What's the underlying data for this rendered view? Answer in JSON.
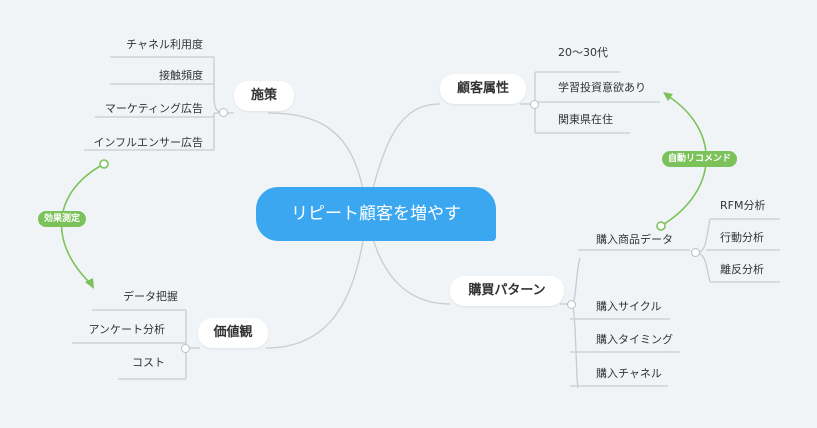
{
  "center": {
    "label": "リピート顧客を増やす"
  },
  "branches": {
    "shisaku": {
      "label": "施策",
      "children": [
        "チャネル利用度",
        "接触頻度",
        "マーケティング広告",
        "インフルエンサー広告"
      ]
    },
    "kachikan": {
      "label": "価値観",
      "children": [
        "データ把握",
        "アンケート分析",
        "コスト"
      ]
    },
    "kokyaku": {
      "label": "顧客属性",
      "children": [
        "20〜30代",
        "学習投資意欲あり",
        "関東県在住"
      ]
    },
    "pattern": {
      "label": "購買パターン",
      "children": [
        "購入商品データ",
        "購入サイクル",
        "購入タイミング",
        "購入チャネル"
      ]
    },
    "data_children": [
      "RFM分析",
      "行動分析",
      "離反分析"
    ]
  },
  "relations": {
    "kouka": "効果測定",
    "recommend": "自動リコメンド"
  },
  "colors": {
    "center": "#3aa7f0",
    "relation": "#7bc25a",
    "line": "#c6ccd2",
    "background": "#f1f4f7"
  }
}
